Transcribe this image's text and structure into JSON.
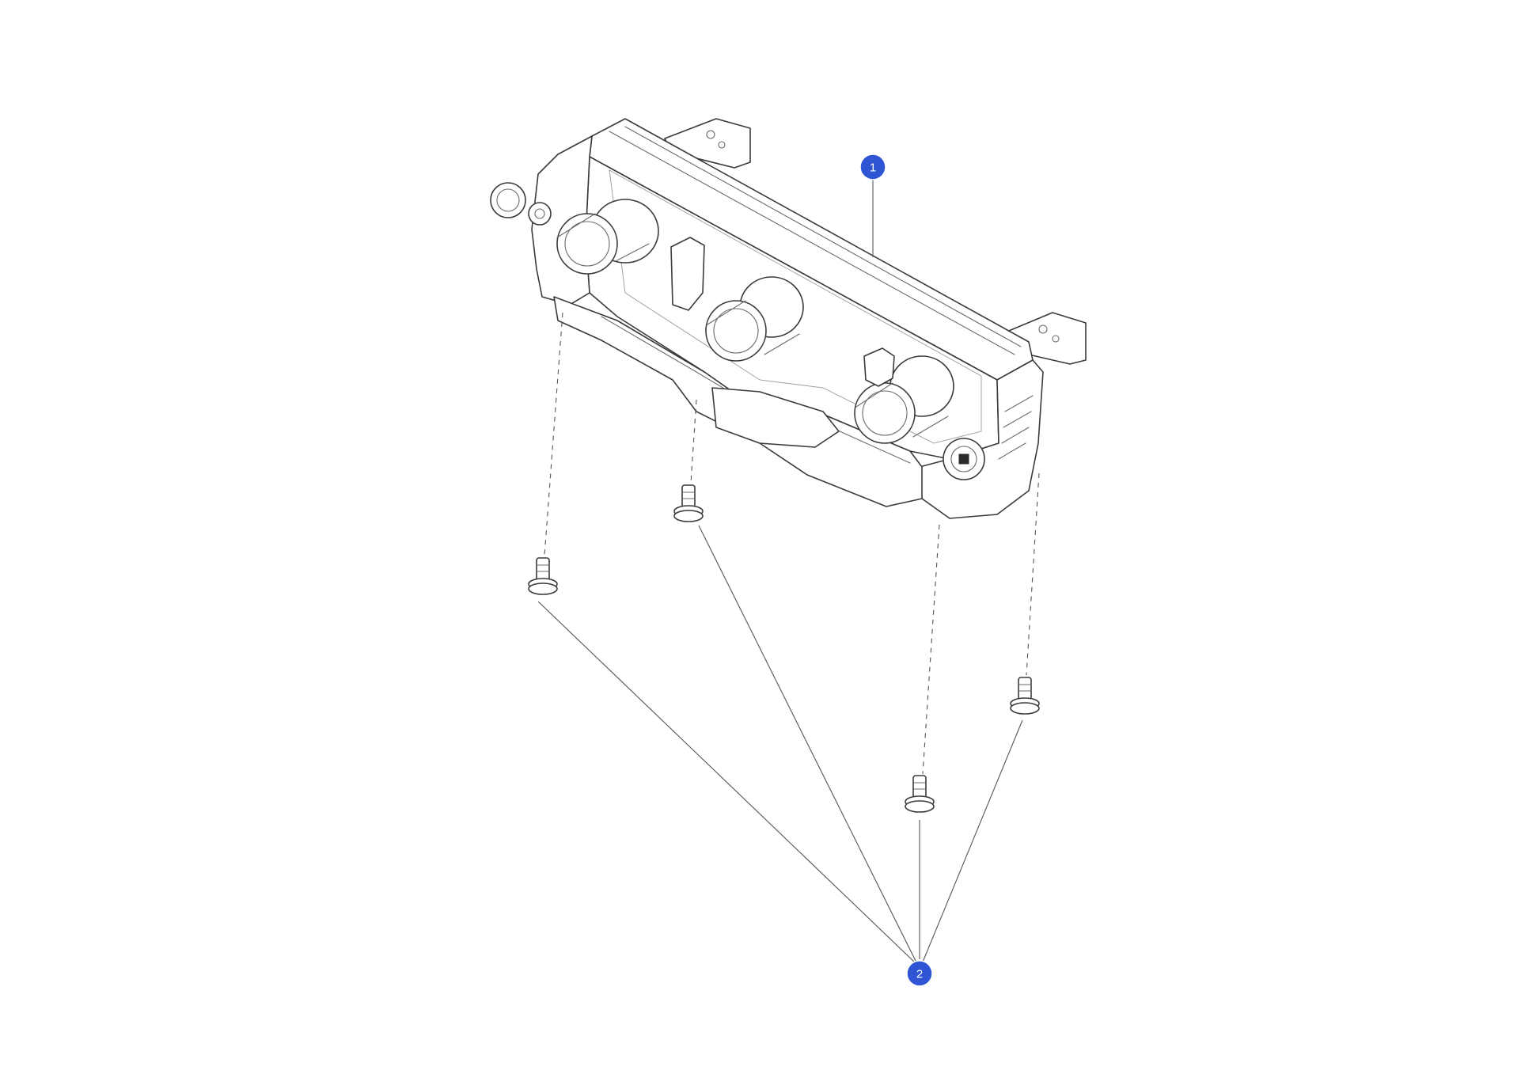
{
  "diagram": {
    "callouts": [
      {
        "id": "callout-1",
        "label": "1"
      },
      {
        "id": "callout-2",
        "label": "2"
      }
    ],
    "callout_color": "#2f55d4"
  }
}
